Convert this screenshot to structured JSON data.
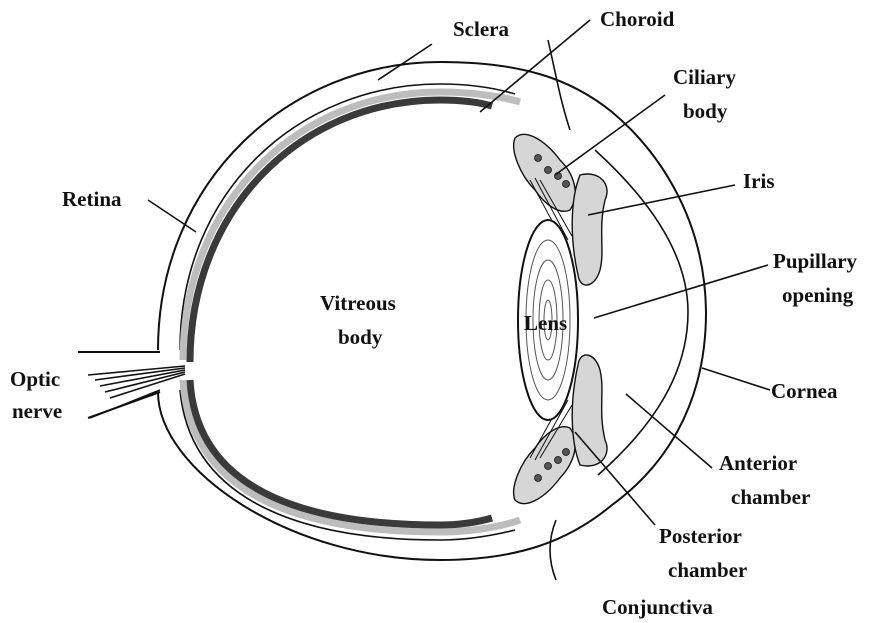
{
  "labels": {
    "sclera": "Sclera",
    "choroid": "Choroid",
    "ciliary_body": [
      "Ciliary",
      "body"
    ],
    "iris": "Iris",
    "retina": "Retina",
    "pupillary_opening": [
      "Pupillary",
      "opening"
    ],
    "vitreous_body": [
      "Vitreous",
      "body"
    ],
    "lens": "Lens",
    "optic_nerve": [
      "Optic",
      "nerve"
    ],
    "cornea": "Cornea",
    "anterior_chamber": [
      "Anterior",
      "chamber"
    ],
    "posterior_chamber": [
      "Posterior",
      "chamber"
    ],
    "conjunctiva": "Conjunctiva"
  },
  "colors": {
    "line": "#111111",
    "retina": "#3a3a3a",
    "choroid": "#bdbdbd",
    "background": "#ffffff"
  }
}
